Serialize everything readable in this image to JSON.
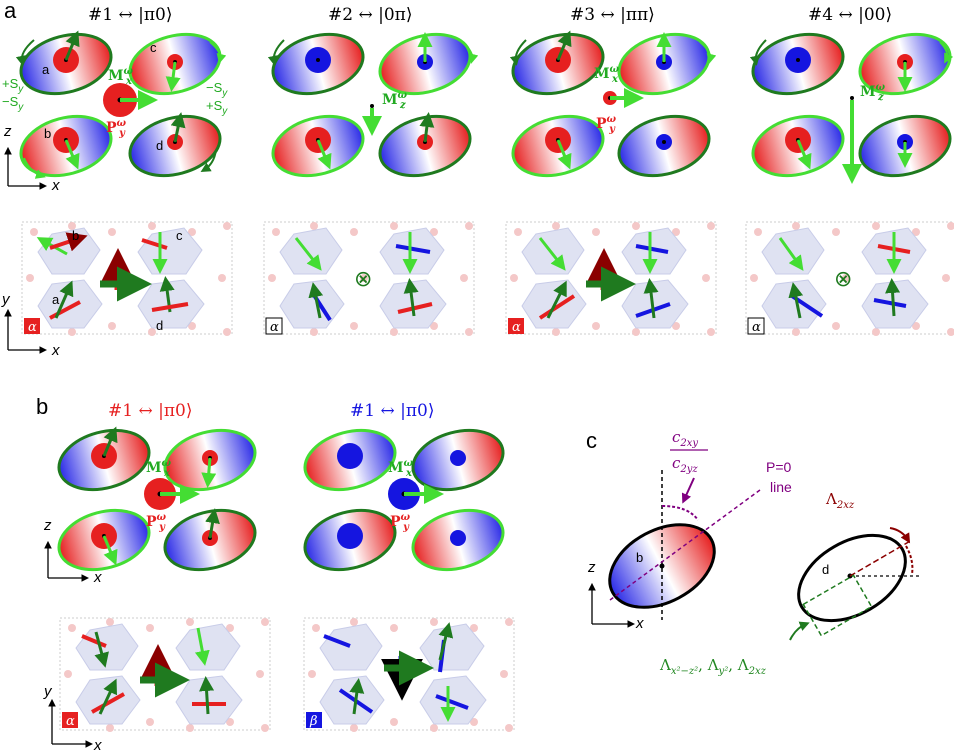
{
  "panels": {
    "a": {
      "letter": "a",
      "titles": [
        "#1 ↔ |π0⟩",
        "#2 ↔ |0π⟩",
        "#3 ↔ |ππ⟩",
        "#4 ↔ |00⟩"
      ],
      "site_labels": [
        "a",
        "b",
        "c",
        "d"
      ],
      "spin_labels": [
        "+S",
        "−S",
        "−S",
        "+S"
      ],
      "spin_sub": "y",
      "M_x": "M",
      "M_x_sup": "ω",
      "M_x_sub": "x",
      "M_z": "M",
      "M_z_sup": "ω",
      "M_z_sub": "z",
      "P_y": "P",
      "P_y_sup": "ω",
      "P_y_sub": "y",
      "axes_top": [
        "z",
        "x"
      ],
      "axes_bottom": [
        "y",
        "x"
      ],
      "domain_tags": [
        "α",
        "α",
        "α",
        "α"
      ],
      "otimes": "⊗"
    },
    "b": {
      "letter": "b",
      "titles": [
        "#1 ↔ |π0⟩",
        "#1 ↔ |π0⟩"
      ],
      "domain_tags": [
        "α",
        "β"
      ]
    },
    "c": {
      "letter": "c",
      "ratio_num": "c",
      "ratio_num_sub": "2xy",
      "ratio_den": "c",
      "ratio_den_sub": "2yz",
      "p0_line1": "P=0",
      "p0_line2": "line",
      "lambda_top": "Λ",
      "lambda_top_sub": "2xz",
      "lambda_bottom": "Λ",
      "lambda_bottom_subs": [
        "x²−z²",
        "y²",
        "2xz"
      ],
      "site_b": "b",
      "site_d": "d",
      "axes": [
        "z",
        "x"
      ]
    }
  },
  "colors": {
    "red": "#e62020",
    "blue": "#1515e0",
    "green_light": "#44dd33",
    "green_dark": "#1f7a1f",
    "purple": "#800080",
    "dark_red": "#8b0000"
  }
}
